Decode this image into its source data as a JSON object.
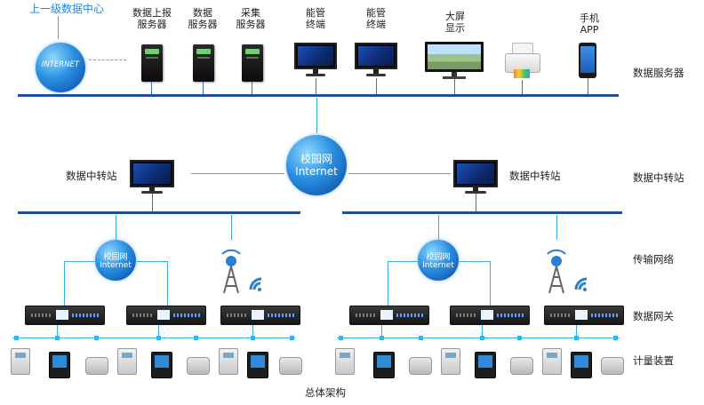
{
  "top_center": "上一级数据中心",
  "internet_label": "INTERNET",
  "devices": {
    "report_server": "数据上报\n服务器",
    "data_server": "数据\n服务器",
    "collect_server": "采集\n服务器",
    "energy_terminal_1": "能管\n终端",
    "energy_terminal_2": "能管\n终端",
    "big_screen": "大屏\n显示",
    "mobile_app": "手机\nAPP"
  },
  "campus_label": "校园网",
  "internet_text": "Internet",
  "relay_left": "数据中转站",
  "relay_right": "数据中转站",
  "layers": {
    "data_server": "数据服务器",
    "data_relay": "数据中转站",
    "transmission": "传输网络",
    "gateway": "数据网关",
    "metering": "计量装置"
  },
  "caption": "总体架构",
  "colors": {
    "bus": "#1f4fa3",
    "link": "#38b2e8",
    "title_blue": "#1e88e5"
  }
}
